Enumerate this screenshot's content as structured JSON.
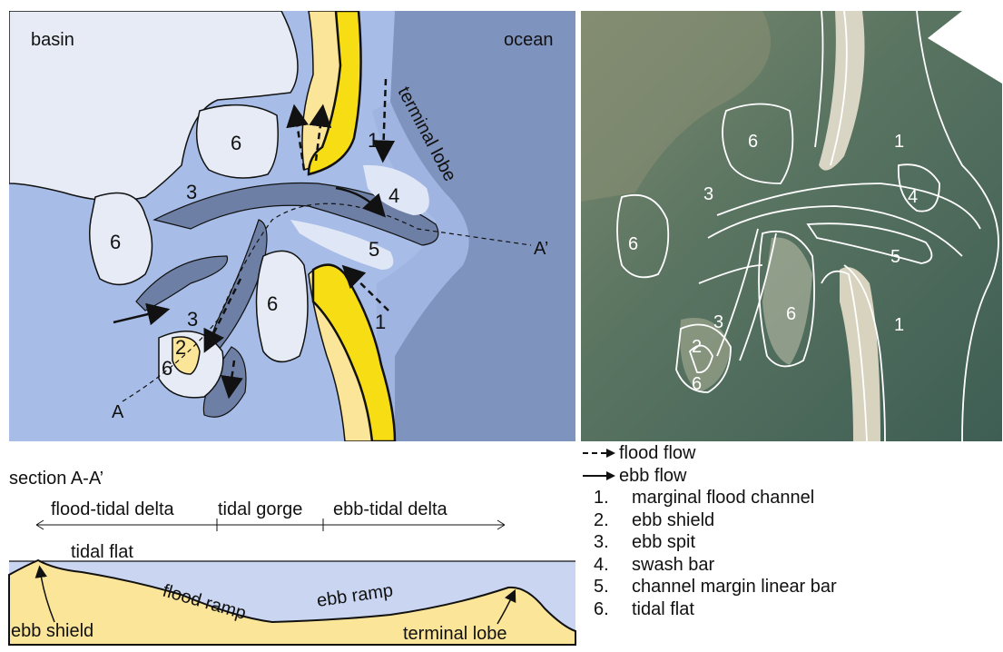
{
  "map": {
    "basin_label": "basin",
    "ocean_label": "ocean",
    "terminal_lobe_label": "terminal lobe",
    "section_start": "A",
    "section_end": "A’",
    "numbers": [
      "1",
      "1",
      "2",
      "3",
      "3",
      "4",
      "5",
      "6",
      "6",
      "6",
      "6"
    ]
  },
  "photo": {
    "numbers": [
      "1",
      "1",
      "2",
      "3",
      "3",
      "4",
      "5",
      "6",
      "6",
      "6",
      "6"
    ]
  },
  "section": {
    "title": "section A-A’",
    "zones": [
      "flood-tidal delta",
      "tidal gorge",
      "ebb-tidal delta"
    ],
    "labels": {
      "tidal_flat": "tidal flat",
      "flood_ramp": "flood ramp",
      "ebb_ramp": "ebb ramp",
      "ebb_shield": "ebb shield",
      "terminal_lobe": "terminal lobe"
    }
  },
  "legend": {
    "flood_flow": "flood flow",
    "ebb_flow": "ebb flow",
    "items": [
      {
        "no": "1.",
        "text": "marginal flood channel"
      },
      {
        "no": "2.",
        "text": "ebb shield"
      },
      {
        "no": "3.",
        "text": "ebb spit"
      },
      {
        "no": "4.",
        "text": "swash bar"
      },
      {
        "no": "5.",
        "text": "channel margin linear bar"
      },
      {
        "no": "6.",
        "text": "tidal flat"
      }
    ]
  },
  "colors": {
    "basin_water": "#a7bde8",
    "ocean_water": "#7f93bf",
    "tidal_flat": "#dfe6f5",
    "channel": "#6e7fa6",
    "sand_light": "#fbe598",
    "sand_yellow": "#f7dd14",
    "photo_water": "#4f6b5c"
  }
}
